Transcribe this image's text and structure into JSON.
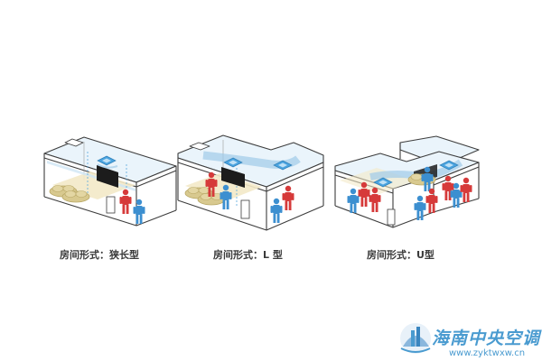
{
  "captions": {
    "narrow": "房间形式：狭长型",
    "l_shape": "房间形式：L 型",
    "u_shape": "房间形式：U型"
  },
  "watermark": {
    "name": "海南中央空调",
    "url": "www.zyktwxw.cn"
  },
  "colors": {
    "wall_line": "#3d3d3d",
    "ceiling_blue": "#cfe6f5",
    "airflow_blue": "#9fcbe8",
    "person_red": "#d63a3a",
    "person_blue": "#3c8fd0",
    "sofa": "#d8c98f",
    "floor_rug": "#f3e9c8",
    "tv": "#1c1c1c",
    "watermark": "#4a9bd0"
  }
}
